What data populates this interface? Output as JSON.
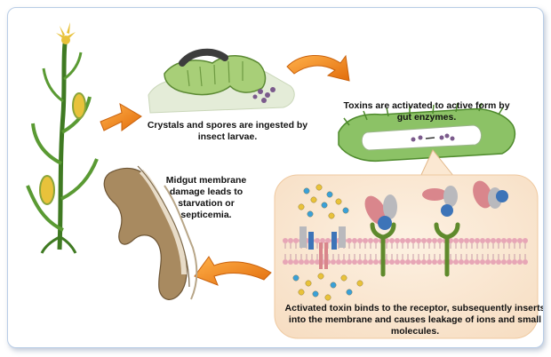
{
  "diagram": {
    "captions": {
      "ingestion": "Crystals and spores are ingested by insect larvae.",
      "activation": "Toxins are activated to active form by gut enzymes.",
      "damage": "Midgut membrane damage leads to starvation or septicemia.",
      "binding": "Activated toxin binds to the receptor, subsequently inserts into the membrane and causes leakage of ions and small molecules."
    },
    "colors": {
      "arrow": "#f08a1a",
      "plant_green": "#4c8a2a",
      "larva_green": "#8fbf5a",
      "membrane_panel": "#fbe8d2",
      "lipid_head": "#e7a6b6",
      "receptor": "#5f8a2c",
      "toxin_blue": "#3d74b8",
      "toxin_pink": "#d9868c",
      "toxin_grey": "#b9b9bd",
      "ion_blue": "#3aa0d8",
      "ion_yellow": "#e9c23a",
      "tissue_brown": "#9a7a55"
    },
    "icons": [
      "corn-plant-icon",
      "larva-feeding-icon",
      "larva-gut-icon",
      "midgut-tissue-icon",
      "membrane-receptor-icon"
    ]
  }
}
